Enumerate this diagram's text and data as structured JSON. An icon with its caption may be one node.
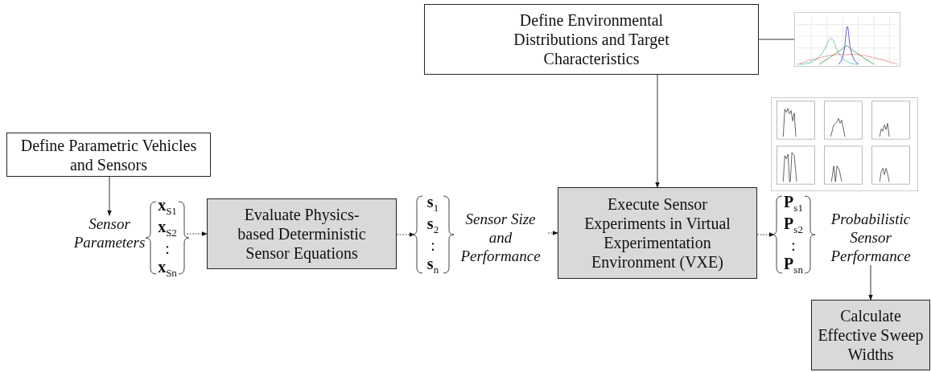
{
  "diagram": {
    "nodes": [
      {
        "text": [
          "Define Parametric Vehicles and Sensors"
        ]
      },
      {
        "text": [
          "Sensor Parameters"
        ]
      },
      {
        "text": [
          "**x**$_{S1}$",
          "**x**$_{S2}$",
          ":",
          "**x**$_{Sn}$"
        ]
      },
      {
        "text": [
          "Evaluate Physics-based Deterministic Sensor Equations"
        ]
      },
      {
        "text": [
          "**s**$_{1}$",
          "**s**$_{2}$",
          ":",
          "**s**$_{n}$"
        ]
      },
      {
        "text": [
          "Sensor Size and Performance"
        ]
      },
      {
        "text": [
          "Define Environmental Distributions and Target Characteristics"
        ]
      },
      {
        "text": [
          "Execute Sensor Experiments in Virtual Experimentation Environment (VXE)"
        ]
      },
      {
        "text": [],
        "shape": "picture"
      },
      {
        "text": [
          "**P**$_{s1}$",
          "**P**$_{s2}$",
          ":",
          "**P**$_{sn}$"
        ]
      },
      {
        "text": [
          "Probabilistic Sensor Performance"
        ]
      },
      {
        "text": [
          "Calculate Effective Sweep Widths"
        ]
      }
    ],
    "edges": [
      {
        "from": 0,
        "to": 1,
        "arrow": "to"
      },
      {
        "from": 2,
        "to": 3,
        "arrow": "to",
        "style": "dashed"
      },
      {
        "from": 3,
        "to": 4,
        "arrow": "to",
        "style": "dashed"
      },
      {
        "from": 5,
        "to": 7,
        "arrow": "to",
        "style": "dashed"
      },
      {
        "from": 6,
        "to": 7,
        "arrow": "to"
      },
      {
        "from": 6,
        "to": 8,
        "arrow": "none"
      },
      {
        "from": 7,
        "to": 9,
        "arrow": "to",
        "style": "dashed"
      },
      {
        "from": 10,
        "to": 11,
        "arrow": "to"
      }
    ]
  }
}
